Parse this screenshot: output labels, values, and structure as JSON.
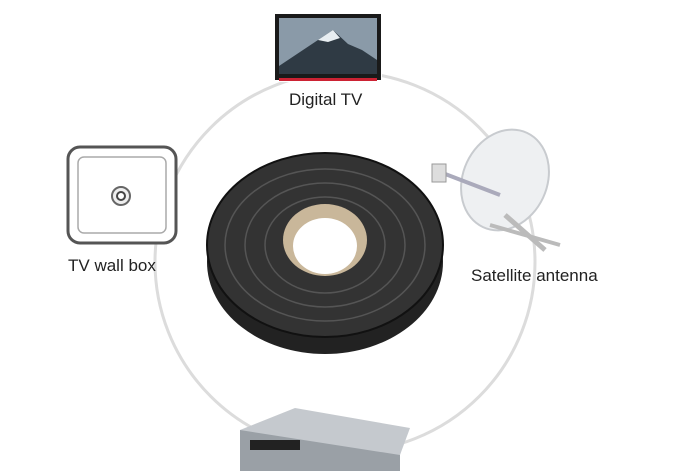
{
  "labels": {
    "digital_tv": "Digital TV",
    "wall_box": "TV wall box",
    "satellite": "Satellite antenna"
  }
}
